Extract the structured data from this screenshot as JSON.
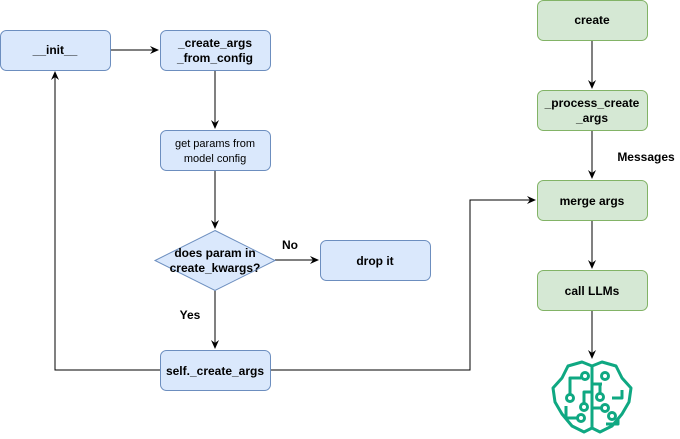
{
  "nodes": {
    "init": "__init__",
    "create_args_from_config": [
      "_create_args",
      "_from_config"
    ],
    "get_params": [
      "get  params from",
      "model config"
    ],
    "decision": [
      "does param in",
      "create_kwargs?"
    ],
    "drop_it": "drop it",
    "self_create_args": "self._create_args",
    "create": "create",
    "process_create_args": [
      "_process_create",
      "_args"
    ],
    "merge_args": "merge args",
    "call_llms": "call LLMs"
  },
  "edge_labels": {
    "no": "No",
    "yes": "Yes",
    "messages": "Messages"
  },
  "icons": {
    "llm": "brain-circuit-icon"
  },
  "colors": {
    "blue_fill": "#dae8fc",
    "blue_stroke": "#6c8ebf",
    "green_fill": "#d5e8d4",
    "green_stroke": "#82b366",
    "brain": "#0fa882"
  }
}
